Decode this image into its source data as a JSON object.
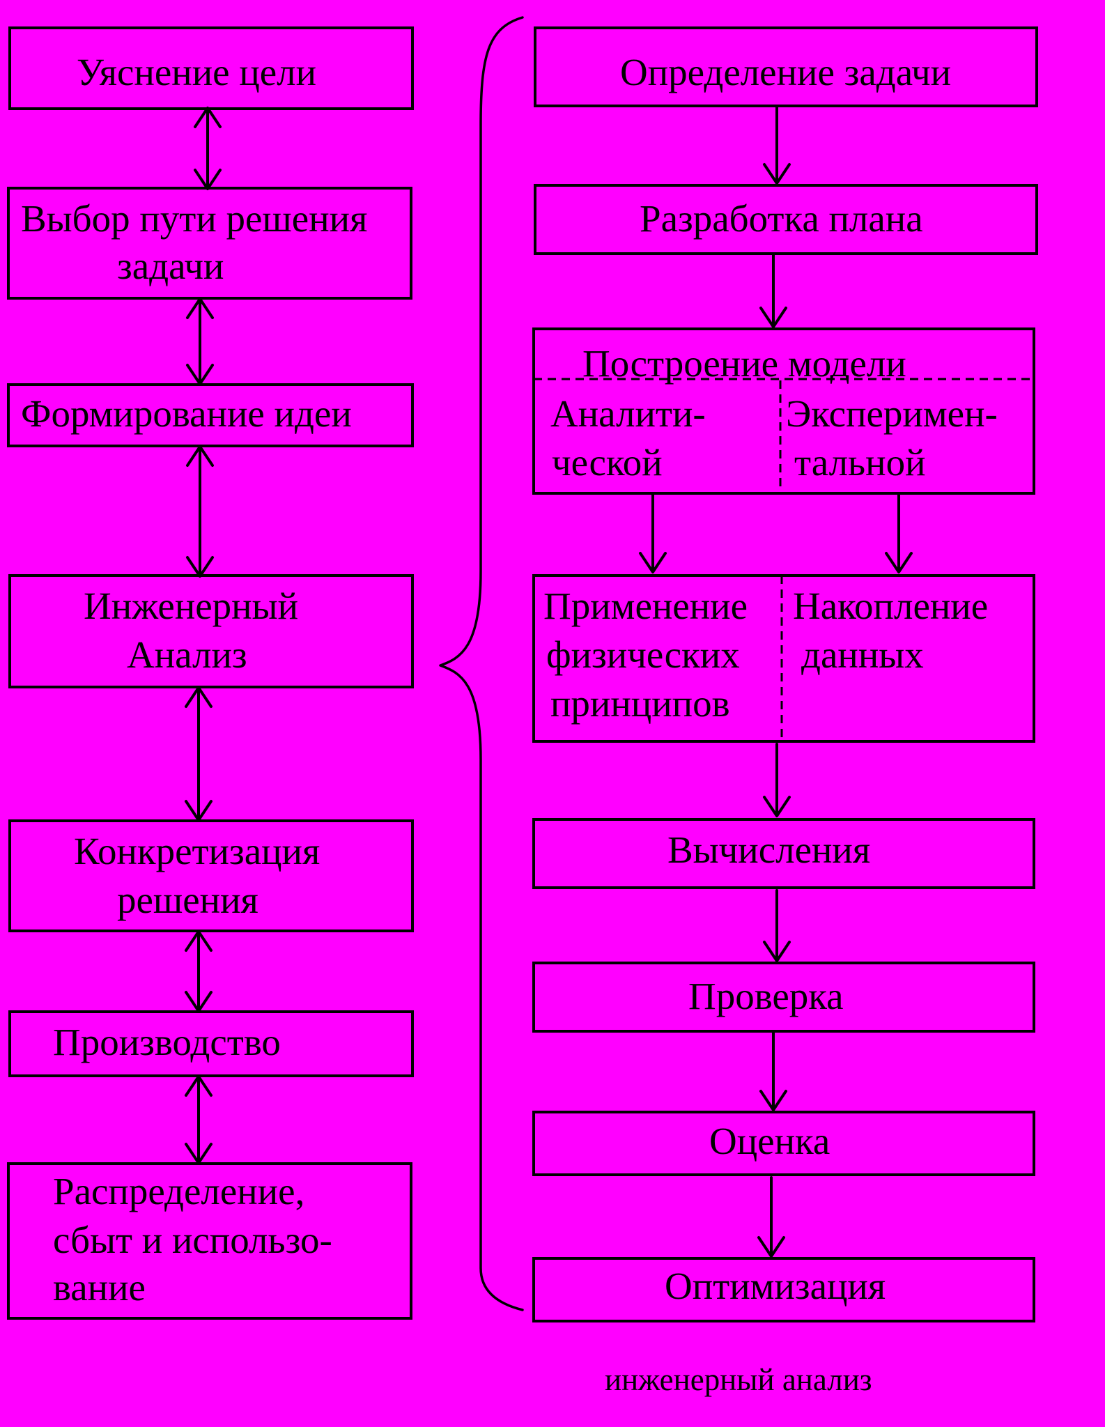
{
  "left_chain": {
    "goal": "Уяснение цели",
    "path_line1": "Выбор пути решения",
    "path_line2": "задачи",
    "idea": "Формирование идеи",
    "analysis_line1": "Инженерный",
    "analysis_line2": "Анализ",
    "concretization_line1": "Конкретизация",
    "concretization_line2": "решения",
    "production": "Производство",
    "distribution_line1": "Распределение,",
    "distribution_line2": "сбыт и использо-",
    "distribution_line3": "вание"
  },
  "right_chain": {
    "task_definition": "Определение задачи",
    "plan": "Разработка плана",
    "model_title": "Построение модели",
    "analytic_line1": "Аналити-",
    "analytic_line2": "ческой",
    "experimental_line1": "Эксперимен-",
    "experimental_line2": "тальной",
    "physics_line1": "Применение",
    "physics_line2": "физических",
    "physics_line3": "принципов",
    "data_line1": "Накопление",
    "data_line2": "данных",
    "calculations": "Вычисления",
    "check": "Проверка",
    "evaluation": "Оценка",
    "optimization": "Оптимизация"
  },
  "caption": "инженерный анализ",
  "colors": {
    "background": "#ff00ff",
    "stroke": "#000000"
  }
}
